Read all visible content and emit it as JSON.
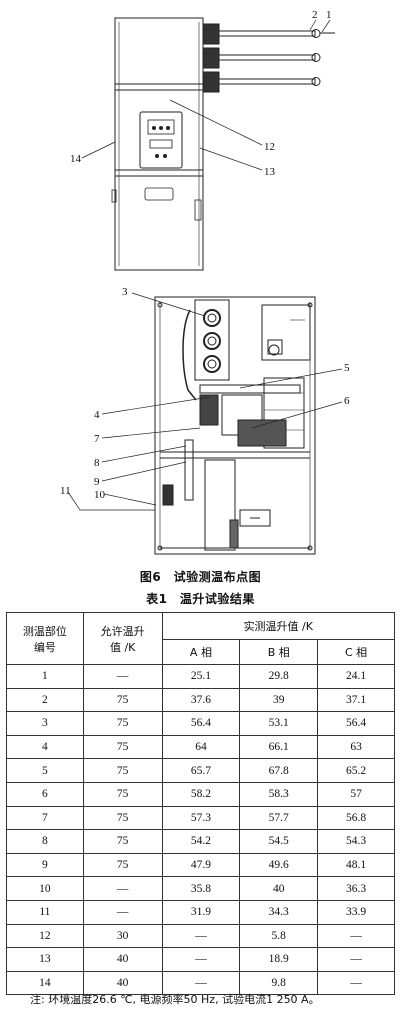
{
  "figure": {
    "caption": "图6　试验测温布点图",
    "callouts_top": [
      "2",
      "1",
      "12",
      "13",
      "14"
    ],
    "callouts_bottom": [
      "3",
      "5",
      "6",
      "4",
      "7",
      "8",
      "9",
      "11",
      "10"
    ]
  },
  "table": {
    "caption": "表1　温升试验结果",
    "headers": {
      "position": "测温部位",
      "position2": "编号",
      "allowed": "允许温升",
      "allowed2": "值 /K",
      "measured": "实测温升值 /K",
      "phase_a": "A 相",
      "phase_b": "B 相",
      "phase_c": "C 相"
    },
    "rows": [
      {
        "id": "1",
        "allowed": "—",
        "a": "25.1",
        "b": "29.8",
        "c": "24.1"
      },
      {
        "id": "2",
        "allowed": "75",
        "a": "37.6",
        "b": "39",
        "c": "37.1"
      },
      {
        "id": "3",
        "allowed": "75",
        "a": "56.4",
        "b": "53.1",
        "c": "56.4"
      },
      {
        "id": "4",
        "allowed": "75",
        "a": "64",
        "b": "66.1",
        "c": "63"
      },
      {
        "id": "5",
        "allowed": "75",
        "a": "65.7",
        "b": "67.8",
        "c": "65.2"
      },
      {
        "id": "6",
        "allowed": "75",
        "a": "58.2",
        "b": "58.3",
        "c": "57"
      },
      {
        "id": "7",
        "allowed": "75",
        "a": "57.3",
        "b": "57.7",
        "c": "56.8"
      },
      {
        "id": "8",
        "allowed": "75",
        "a": "54.2",
        "b": "54.5",
        "c": "54.3"
      },
      {
        "id": "9",
        "allowed": "75",
        "a": "47.9",
        "b": "49.6",
        "c": "48.1"
      },
      {
        "id": "10",
        "allowed": "—",
        "a": "35.8",
        "b": "40",
        "c": "36.3"
      },
      {
        "id": "11",
        "allowed": "—",
        "a": "31.9",
        "b": "34.3",
        "c": "33.9"
      },
      {
        "id": "12",
        "allowed": "30",
        "a": "—",
        "b": "5.8",
        "c": "—"
      },
      {
        "id": "13",
        "allowed": "40",
        "a": "—",
        "b": "18.9",
        "c": "—"
      },
      {
        "id": "14",
        "allowed": "40",
        "a": "—",
        "b": "9.8",
        "c": "—"
      }
    ],
    "note": "注: 环境温度26.6 ℃, 电源频率50 Hz, 试验电流1 250 A。"
  }
}
